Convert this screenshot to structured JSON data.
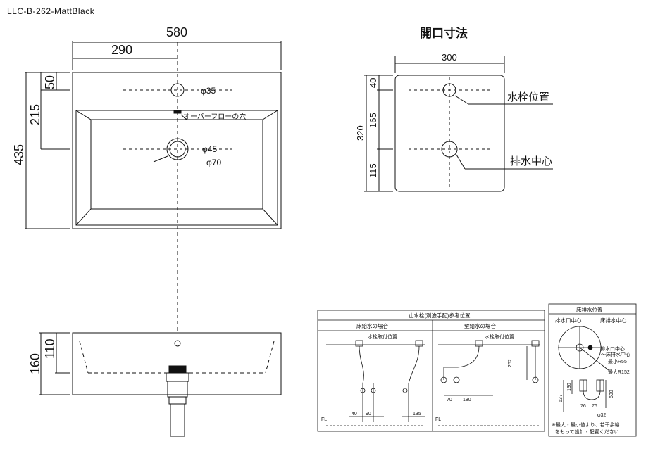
{
  "model": "LLC-B-262-MattBlack",
  "plan": {
    "width_total": "580",
    "width_half": "290",
    "depth_total": "435",
    "to_faucet": "50",
    "to_drain": "215",
    "faucet_hole": "φ35",
    "overflow_label": "オーバーフローの穴",
    "drain_hole": "φ45",
    "drain_outer": "φ70"
  },
  "side": {
    "height_total": "160",
    "height_inner": "110"
  },
  "opening": {
    "title": "開口寸法",
    "width": "300",
    "depth": "320",
    "top": "40",
    "mid": "165",
    "bottom": "115",
    "faucet_label": "水栓位置",
    "drain_label": "排水中心"
  },
  "reference": {
    "title": "止水栓(別途手配)参考位置",
    "floor_supply": "床給水の場合",
    "wall_supply": "壁給水の場合",
    "mount_label": "水栓取付位置",
    "fl": "FL",
    "d40": "40",
    "d90": "90",
    "d135": "135",
    "d262": "262",
    "d70": "70",
    "d180": "180"
  },
  "floor_drain": {
    "title": "床排水位置",
    "outlet_center": "排水口中心",
    "floor_drain_center": "床排水中心",
    "note_center": "排水口中心",
    "note_center2": "〜床排水中心",
    "min_r": "最小R55",
    "max_r": "最大R152",
    "d637": "637",
    "d130": "130",
    "d600": "600",
    "d76a": "76",
    "d76b": "76",
    "d32": "φ32",
    "note1": "※最大・最小値より、若干余裕",
    "note2": "をもって設計・配置ください"
  }
}
